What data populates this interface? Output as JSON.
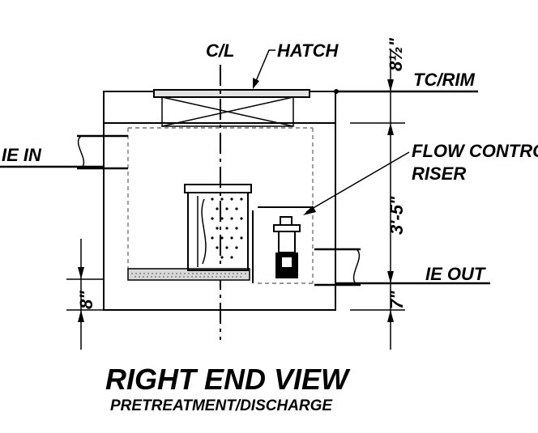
{
  "labels": {
    "cl": "C/L",
    "hatch": "HATCH",
    "dim_top": "8½\"",
    "tc_rim": "TC/RIM",
    "ie_in": "IE IN",
    "flow_control": "FLOW CONTROL",
    "riser": "RISER",
    "dim_mid": "3'-5\"",
    "ie_out": "IE OUT",
    "dim_bottom_left": "8\"",
    "dim_bottom_right": "7\""
  },
  "title": {
    "main": "RIGHT END VIEW",
    "sub": "PRETREATMENT/DISCHARGE"
  },
  "colors": {
    "line": "#000000",
    "hidden": "#777777",
    "concrete": "#d8d8d8",
    "hatch_fill": "#e4e4e4"
  }
}
